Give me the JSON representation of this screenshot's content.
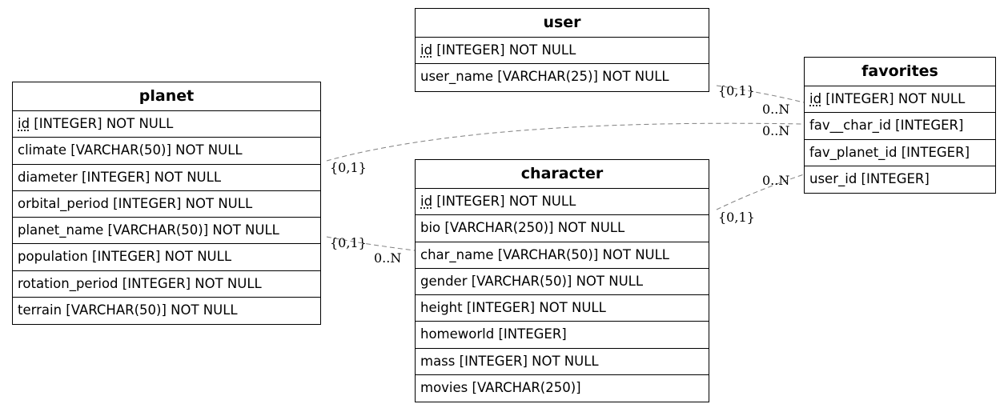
{
  "entities": {
    "user": {
      "title": "user",
      "attrs": [
        {
          "name": "id",
          "type": " [INTEGER] NOT NULL"
        },
        {
          "name": "user_name",
          "type": " [VARCHAR(25)] NOT NULL"
        }
      ]
    },
    "favorites": {
      "title": "favorites",
      "attrs": [
        {
          "name": "id",
          "type": " [INTEGER] NOT NULL"
        },
        {
          "name": "fav__char_id",
          "type": " [INTEGER]"
        },
        {
          "name": "fav_planet_id",
          "type": " [INTEGER]"
        },
        {
          "name": "user_id",
          "type": " [INTEGER]"
        }
      ]
    },
    "planet": {
      "title": "planet",
      "attrs": [
        {
          "name": "id",
          "type": " [INTEGER] NOT NULL"
        },
        {
          "name": "climate",
          "type": " [VARCHAR(50)] NOT NULL"
        },
        {
          "name": "diameter",
          "type": " [INTEGER] NOT NULL"
        },
        {
          "name": "orbital_period",
          "type": " [INTEGER] NOT NULL"
        },
        {
          "name": "planet_name",
          "type": " [VARCHAR(50)] NOT NULL"
        },
        {
          "name": "population",
          "type": " [INTEGER] NOT NULL"
        },
        {
          "name": "rotation_period",
          "type": " [INTEGER] NOT NULL"
        },
        {
          "name": "terrain",
          "type": " [VARCHAR(50)] NOT NULL"
        }
      ]
    },
    "character": {
      "title": "character",
      "attrs": [
        {
          "name": "id",
          "type": " [INTEGER] NOT NULL"
        },
        {
          "name": "bio",
          "type": " [VARCHAR(250)] NOT NULL"
        },
        {
          "name": "char_name",
          "type": " [VARCHAR(50)] NOT NULL"
        },
        {
          "name": "gender",
          "type": " [VARCHAR(50)] NOT NULL"
        },
        {
          "name": "height",
          "type": " [INTEGER] NOT NULL"
        },
        {
          "name": "homeworld",
          "type": " [INTEGER]"
        },
        {
          "name": "mass",
          "type": " [INTEGER] NOT NULL"
        },
        {
          "name": "movies",
          "type": " [VARCHAR(250)]"
        }
      ]
    }
  },
  "relationships": {
    "user_favorites": {
      "one": "{0,1}",
      "many": "0..N"
    },
    "planet_favorites": {
      "one": "{0,1}",
      "many": "0..N"
    },
    "character_favorites": {
      "one": "{0,1}",
      "many": "0..N"
    },
    "planet_character": {
      "one": "{0,1}",
      "many": "0..N"
    }
  },
  "colors": {
    "line": "#808080",
    "border": "#000000"
  }
}
